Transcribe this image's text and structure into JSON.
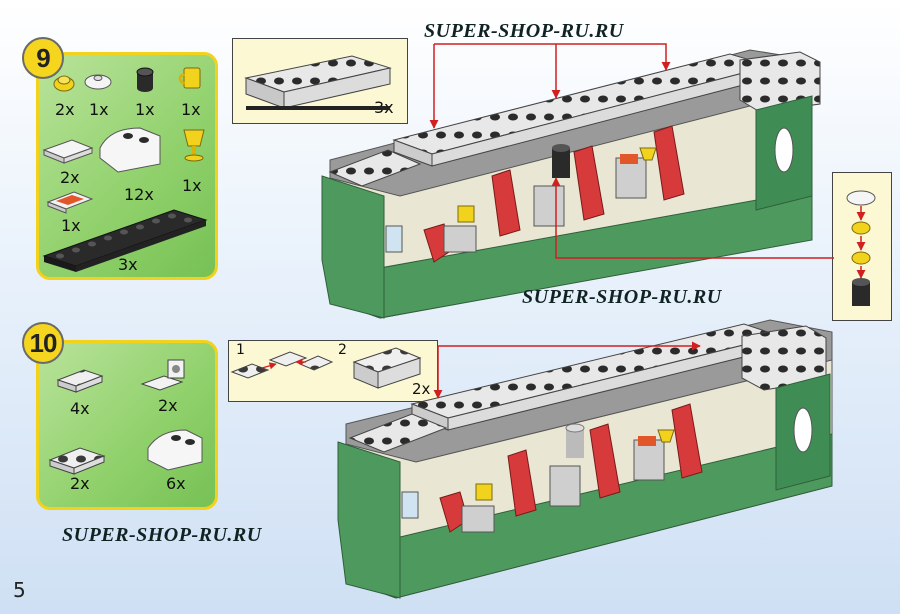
{
  "watermark": "SUPER-SHOP-RU.RU",
  "page_number": "5",
  "step9": {
    "number": "9",
    "parts": [
      {
        "qty": "2x",
        "icon": "yellow-round-plate-icon"
      },
      {
        "qty": "1x",
        "icon": "white-dish-icon"
      },
      {
        "qty": "1x",
        "icon": "black-cylinder-icon"
      },
      {
        "qty": "1x",
        "icon": "yellow-cup-icon"
      },
      {
        "qty": "2x",
        "icon": "white-tile-icon"
      },
      {
        "qty": "12x",
        "icon": "white-curved-slope-icon"
      },
      {
        "qty": "1x",
        "icon": "gold-goblet-icon"
      },
      {
        "qty": "1x",
        "icon": "printed-tile-icon"
      },
      {
        "qty": "3x",
        "icon": "black-long-plate-icon"
      }
    ],
    "callout_qty": "3x"
  },
  "step10": {
    "number": "10",
    "parts": [
      {
        "qty": "4x",
        "icon": "white-plate-1x2-icon"
      },
      {
        "qty": "2x",
        "icon": "white-bracket-plate-icon"
      },
      {
        "qty": "2x",
        "icon": "white-plate-1x3-icon"
      },
      {
        "qty": "6x",
        "icon": "white-curved-slope-icon"
      }
    ],
    "callout": {
      "step1": "1",
      "step2": "2",
      "qty": "2x"
    }
  },
  "colors": {
    "panel_green": "#8fd06a",
    "panel_border": "#f2d21a",
    "arrow_red": "#d02020",
    "train_green": "#4e9a5e"
  }
}
